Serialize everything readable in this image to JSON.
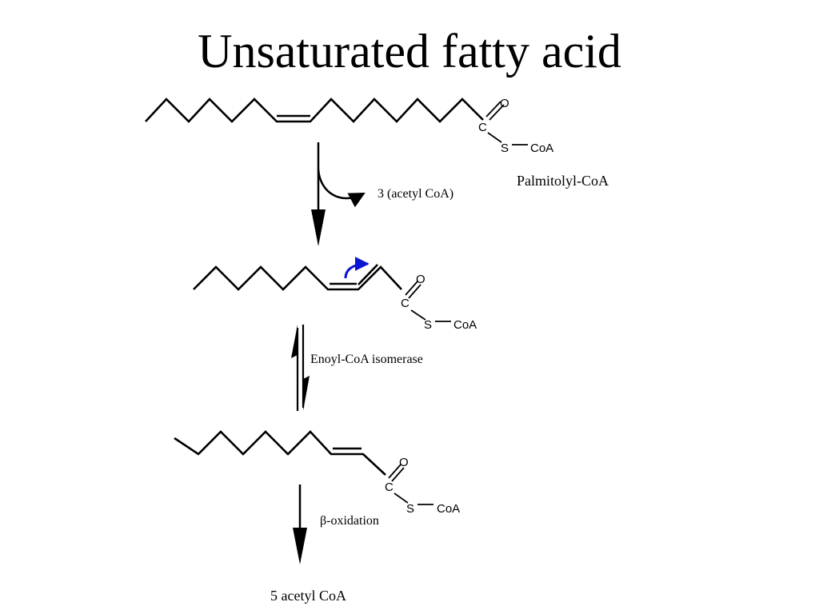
{
  "slide": {
    "title": "Unsaturated fatty acid"
  },
  "molecules": [
    {
      "name": "Palmitolyl-CoA",
      "atoms": {
        "o": "O",
        "c": "C",
        "s": "S",
        "coa": "CoA"
      }
    },
    {
      "name": "",
      "atoms": {
        "o": "O",
        "c": "C",
        "s": "S",
        "coa": "CoA"
      }
    },
    {
      "name": "",
      "atoms": {
        "o": "O",
        "c": "C",
        "s": "S",
        "coa": "CoA"
      }
    }
  ],
  "steps": {
    "step1_byproduct": "3 (acetyl CoA)",
    "step2_enzyme": "Enoyl-CoA isomerase",
    "step3_process": "β-oxidation",
    "final_product": "5 acetyl CoA"
  },
  "colors": {
    "text": "#000000",
    "electron_arrow": "#0a14d2",
    "background": "#ffffff"
  }
}
